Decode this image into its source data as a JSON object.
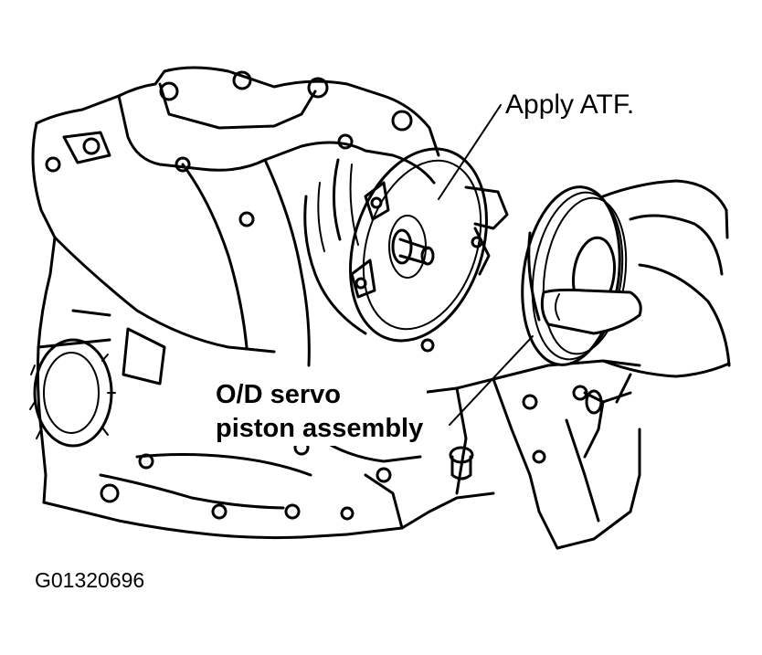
{
  "labels": {
    "apply_atf": "Apply ATF.",
    "servo_line1": "O/D servo",
    "servo_line2": "piston assembly"
  },
  "figure_code": "G01320696",
  "colors": {
    "ink": "#000000",
    "paper": "#ffffff"
  }
}
